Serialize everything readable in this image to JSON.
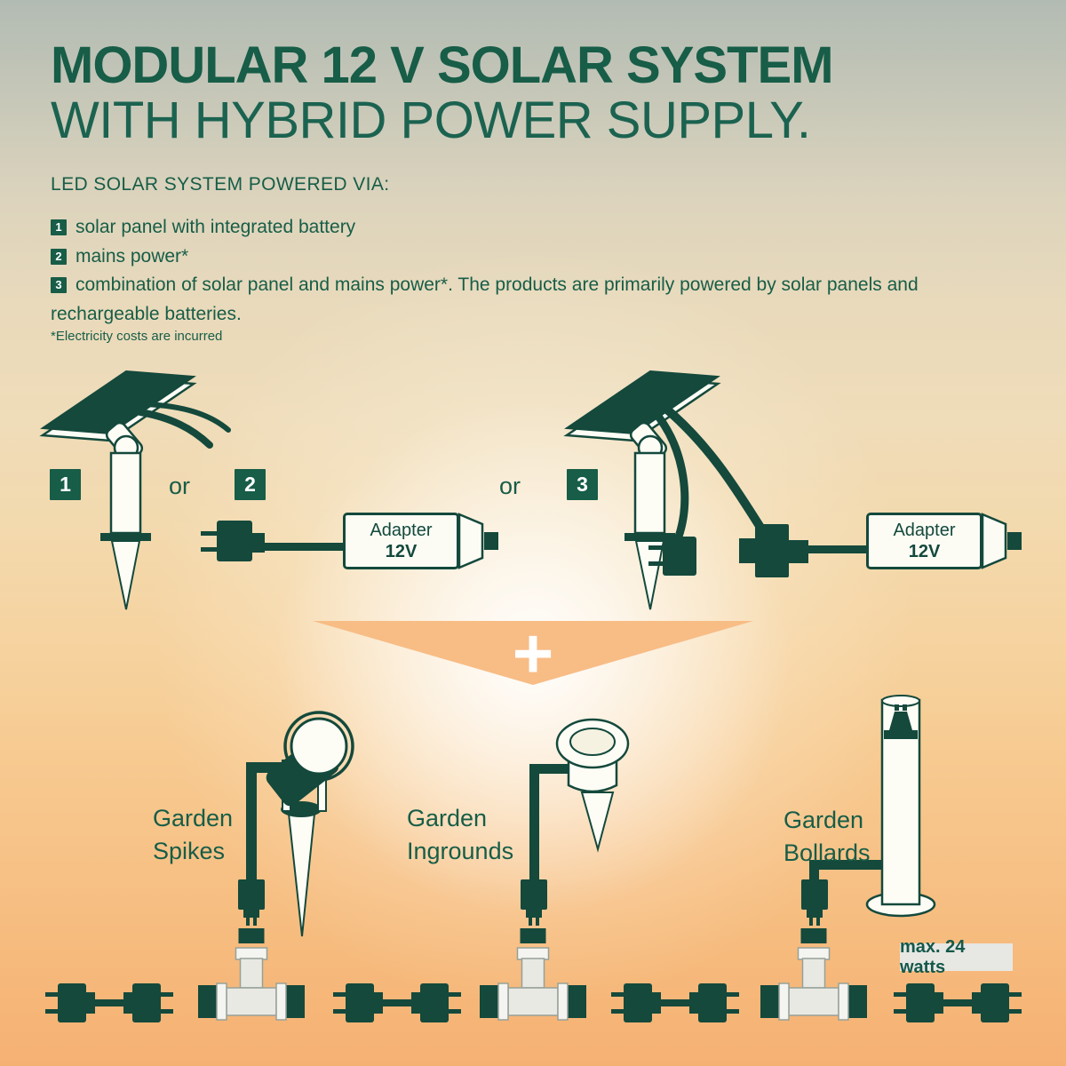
{
  "page": {
    "title_line1": "MODULAR 12 V SOLAR SYSTEM",
    "title_line2": "WITH HYBRID POWER SUPPLY."
  },
  "intro": {
    "heading": "LED SOLAR SYSTEM POWERED VIA:",
    "items": [
      {
        "num": "1",
        "text": "solar panel with integrated battery"
      },
      {
        "num": "2",
        "text": "mains power*"
      },
      {
        "num": "3",
        "text": "combination of solar panel and mains power*. The products are primarily powered by solar panels and rechargeable batteries."
      }
    ],
    "footnote": "*Electricity costs are incurred"
  },
  "diagram": {
    "badge1": "1",
    "badge2": "2",
    "badge3": "3",
    "or1": "or",
    "or2": "or",
    "adapter1": {
      "name": "Adapter",
      "voltage": "12V"
    },
    "adapter2": {
      "name": "Adapter",
      "voltage": "12V"
    },
    "plus": "+"
  },
  "products": {
    "spikes": {
      "line1": "Garden",
      "line2": "Spikes"
    },
    "ingrounds": {
      "line1": "Garden",
      "line2": "Ingrounds"
    },
    "bollards": {
      "line1": "Garden",
      "line2": "Bollards"
    },
    "max_watts": "max. 24 watts"
  },
  "colors": {
    "text_green": "#175d47",
    "illustration_green": "#14493c",
    "triangle_orange": "#f8bc85",
    "bg_top_gray": "#b2bbb3",
    "bg_bottom_orange": "#f5b173",
    "watts_box_bg": "#e7e7e4"
  }
}
